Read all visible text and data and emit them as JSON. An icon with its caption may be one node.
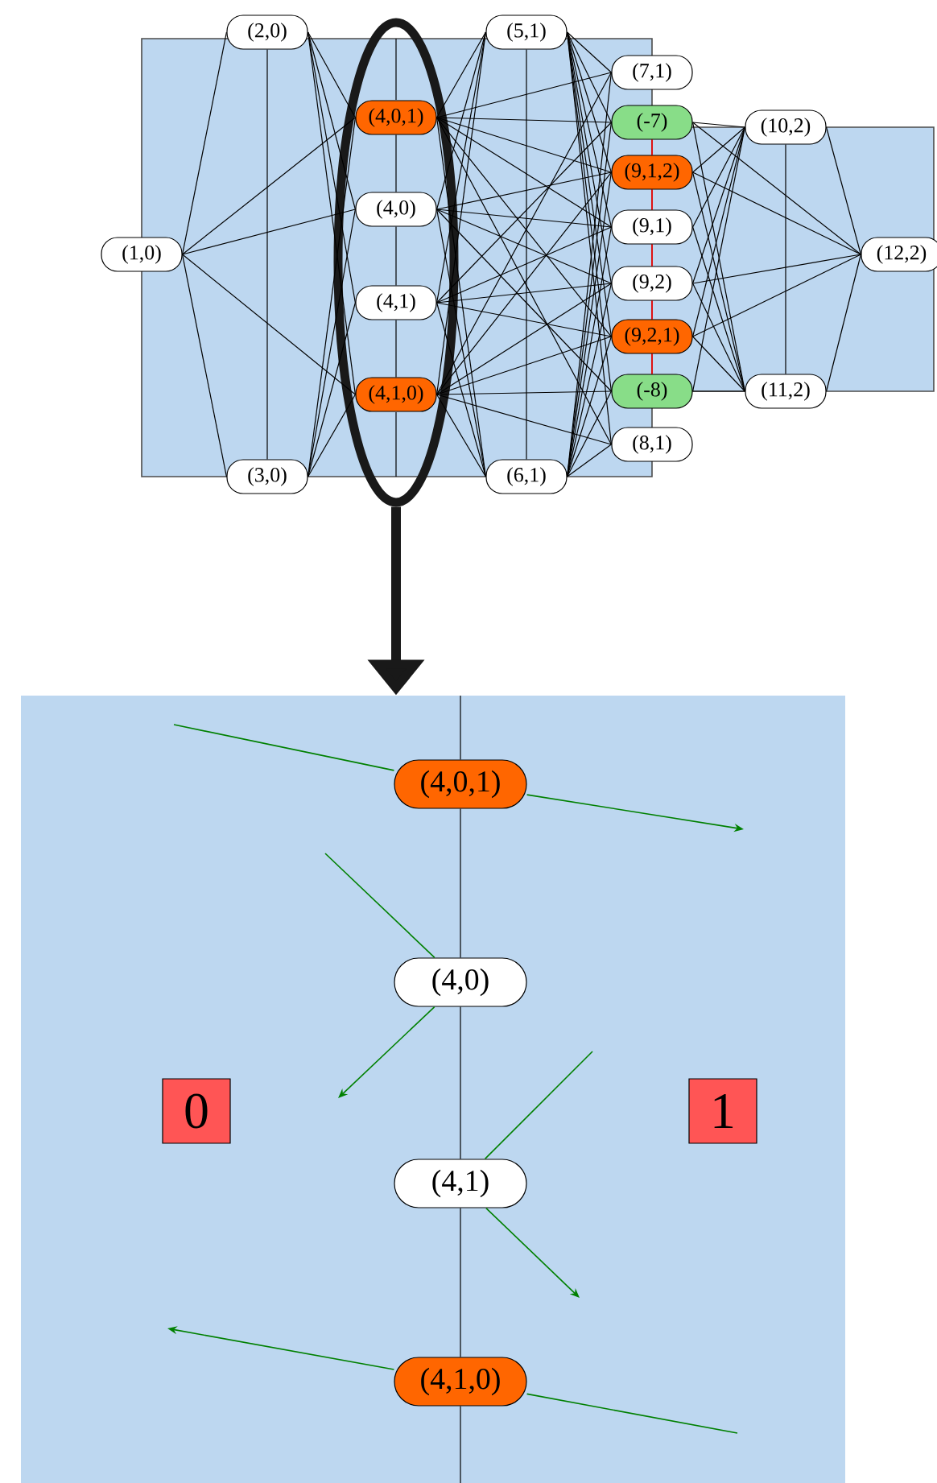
{
  "diagram": {
    "nodes": [
      {
        "text": [
          "(2,0)"
        ]
      },
      {
        "text": [
          "(1,0)"
        ]
      },
      {
        "text": [
          "(3,0)"
        ]
      },
      {
        "text": [],
        "shape": "ellipse"
      },
      {
        "text": [
          "(4,0,1)"
        ],
        "in": 3
      },
      {
        "text": [
          "(4,0)"
        ],
        "in": 3
      },
      {
        "text": [
          "(4,1)"
        ],
        "in": 3
      },
      {
        "text": [
          "(4,1,0)"
        ],
        "in": 3
      },
      {
        "text": [
          "(5,1)"
        ]
      },
      {
        "text": [
          "(6,1)"
        ]
      },
      {
        "text": [
          "(7,1)"
        ]
      },
      {
        "text": [
          "(-7)"
        ]
      },
      {
        "text": [
          "(9,1,2)"
        ]
      },
      {
        "text": [
          "(9,1)"
        ]
      },
      {
        "text": [
          "(9,2)"
        ]
      },
      {
        "text": [
          "(9,2,1)"
        ]
      },
      {
        "text": [
          "(-8)"
        ]
      },
      {
        "text": [
          "(8,1)"
        ]
      },
      {
        "text": [
          "(10,2)"
        ]
      },
      {
        "text": [
          "(11,2)"
        ]
      },
      {
        "text": [
          "(12,2)"
        ]
      },
      {
        "text": [],
        "shape": "box"
      },
      {
        "text": [
          "(4,0,1)"
        ],
        "in": 21
      },
      {
        "text": [
          "(4,0)"
        ],
        "in": 21
      },
      {
        "text": [
          "(4,1)"
        ],
        "in": 21
      },
      {
        "text": [
          "(4,1,0)"
        ],
        "in": 21
      },
      {
        "text": [
          "0"
        ],
        "in": 21
      },
      {
        "text": [
          "1"
        ],
        "in": 21
      }
    ],
    "edges": [
      {
        "from": 1,
        "to": 0,
        "arrow": "none"
      },
      {
        "from": 1,
        "to": 2,
        "arrow": "none"
      },
      {
        "from": 0,
        "to": 2,
        "arrow": "none"
      },
      {
        "from": 0,
        "to": 4,
        "arrow": "none"
      },
      {
        "from": 0,
        "to": 5,
        "arrow": "none"
      },
      {
        "from": 0,
        "to": 6,
        "arrow": "none"
      },
      {
        "from": 0,
        "to": 7,
        "arrow": "none"
      },
      {
        "from": 2,
        "to": 4,
        "arrow": "none"
      },
      {
        "from": 2,
        "to": 5,
        "arrow": "none"
      },
      {
        "from": 2,
        "to": 6,
        "arrow": "none"
      },
      {
        "from": 2,
        "to": 7,
        "arrow": "none"
      },
      {
        "from": 1,
        "to": 4,
        "arrow": "none"
      },
      {
        "from": 1,
        "to": 5,
        "arrow": "none"
      },
      {
        "from": 1,
        "to": 7,
        "arrow": "none"
      },
      {
        "from": 4,
        "to": 5,
        "arrow": "none"
      },
      {
        "from": 5,
        "to": 6,
        "arrow": "none"
      },
      {
        "from": 6,
        "to": 7,
        "arrow": "none"
      },
      {
        "from": 4,
        "to": 8,
        "arrow": "none"
      },
      {
        "from": 4,
        "to": 9,
        "arrow": "none"
      },
      {
        "from": 4,
        "to": 10,
        "arrow": "none"
      },
      {
        "from": 4,
        "to": 11,
        "arrow": "none"
      },
      {
        "from": 4,
        "to": 12,
        "arrow": "none"
      },
      {
        "from": 4,
        "to": 13,
        "arrow": "none"
      },
      {
        "from": 4,
        "to": 15,
        "arrow": "none"
      },
      {
        "from": 4,
        "to": 17,
        "arrow": "none"
      },
      {
        "from": 5,
        "to": 8,
        "arrow": "none"
      },
      {
        "from": 5,
        "to": 9,
        "arrow": "none"
      },
      {
        "from": 5,
        "to": 12,
        "arrow": "none"
      },
      {
        "from": 5,
        "to": 13,
        "arrow": "none"
      },
      {
        "from": 5,
        "to": 14,
        "arrow": "none"
      },
      {
        "from": 5,
        "to": 16,
        "arrow": "none"
      },
      {
        "from": 6,
        "to": 8,
        "arrow": "none"
      },
      {
        "from": 6,
        "to": 9,
        "arrow": "none"
      },
      {
        "from": 6,
        "to": 11,
        "arrow": "none"
      },
      {
        "from": 6,
        "to": 13,
        "arrow": "none"
      },
      {
        "from": 6,
        "to": 14,
        "arrow": "none"
      },
      {
        "from": 6,
        "to": 15,
        "arrow": "none"
      },
      {
        "from": 7,
        "to": 8,
        "arrow": "none"
      },
      {
        "from": 7,
        "to": 9,
        "arrow": "none"
      },
      {
        "from": 7,
        "to": 10,
        "arrow": "none"
      },
      {
        "from": 7,
        "to": 12,
        "arrow": "none"
      },
      {
        "from": 7,
        "to": 14,
        "arrow": "none"
      },
      {
        "from": 7,
        "to": 15,
        "arrow": "none"
      },
      {
        "from": 7,
        "to": 16,
        "arrow": "none"
      },
      {
        "from": 7,
        "to": 17,
        "arrow": "none"
      },
      {
        "from": 8,
        "to": 9,
        "arrow": "none"
      },
      {
        "from": 8,
        "to": 10,
        "arrow": "none"
      },
      {
        "from": 8,
        "to": 11,
        "arrow": "none"
      },
      {
        "from": 8,
        "to": 12,
        "arrow": "none"
      },
      {
        "from": 8,
        "to": 13,
        "arrow": "none"
      },
      {
        "from": 8,
        "to": 14,
        "arrow": "none"
      },
      {
        "from": 8,
        "to": 15,
        "arrow": "none"
      },
      {
        "from": 8,
        "to": 16,
        "arrow": "none"
      },
      {
        "from": 8,
        "to": 17,
        "arrow": "none"
      },
      {
        "from": 9,
        "to": 10,
        "arrow": "none"
      },
      {
        "from": 9,
        "to": 11,
        "arrow": "none"
      },
      {
        "from": 9,
        "to": 12,
        "arrow": "none"
      },
      {
        "from": 9,
        "to": 13,
        "arrow": "none"
      },
      {
        "from": 9,
        "to": 14,
        "arrow": "none"
      },
      {
        "from": 9,
        "to": 15,
        "arrow": "none"
      },
      {
        "from": 9,
        "to": 16,
        "arrow": "none"
      },
      {
        "from": 9,
        "to": 17,
        "arrow": "none"
      },
      {
        "from": 11,
        "to": 12,
        "arrow": "none",
        "color": "#ff0000"
      },
      {
        "from": 12,
        "to": 13,
        "arrow": "none",
        "color": "#ff0000"
      },
      {
        "from": 13,
        "to": 14,
        "arrow": "none",
        "color": "#ff0000"
      },
      {
        "from": 14,
        "to": 15,
        "arrow": "none",
        "color": "#ff0000"
      },
      {
        "from": 15,
        "to": 16,
        "arrow": "none",
        "color": "#ff0000"
      },
      {
        "from": 18,
        "to": 11,
        "arrow": "none"
      },
      {
        "from": 18,
        "to": 12,
        "arrow": "none"
      },
      {
        "from": 18,
        "to": 13,
        "arrow": "none"
      },
      {
        "from": 18,
        "to": 14,
        "arrow": "none"
      },
      {
        "from": 18,
        "to": 15,
        "arrow": "none"
      },
      {
        "from": 18,
        "to": 16,
        "arrow": "none"
      },
      {
        "from": 18,
        "to": 19,
        "arrow": "none"
      },
      {
        "from": 18,
        "to": 20,
        "arrow": "none"
      },
      {
        "from": 19,
        "to": 11,
        "arrow": "none"
      },
      {
        "from": 19,
        "to": 12,
        "arrow": "none"
      },
      {
        "from": 19,
        "to": 13,
        "arrow": "none"
      },
      {
        "from": 19,
        "to": 14,
        "arrow": "none"
      },
      {
        "from": 19,
        "to": 15,
        "arrow": "none"
      },
      {
        "from": 19,
        "to": 16,
        "arrow": "none"
      },
      {
        "from": 19,
        "to": 20,
        "arrow": "none"
      },
      {
        "from": 20,
        "to": 11,
        "arrow": "none"
      },
      {
        "from": 20,
        "to": 12,
        "arrow": "none"
      },
      {
        "from": 20,
        "to": 14,
        "arrow": "none"
      },
      {
        "from": 20,
        "to": 15,
        "arrow": "none"
      },
      {
        "from": 3,
        "to": 21,
        "arrow": "to",
        "style": "thick"
      },
      {
        "from": null,
        "to": 22,
        "arrow": "none"
      },
      {
        "from": 22,
        "to": 23,
        "arrow": "none"
      },
      {
        "from": 23,
        "to": 24,
        "arrow": "none"
      },
      {
        "from": 24,
        "to": 25,
        "arrow": "none"
      },
      {
        "from": 25,
        "to": null,
        "arrow": "none"
      },
      {
        "from": null,
        "to": 22,
        "arrow": "none",
        "color": "#008000"
      },
      {
        "from": 22,
        "to": null,
        "arrow": "to",
        "color": "#008000"
      },
      {
        "from": null,
        "to": 23,
        "arrow": "none",
        "color": "#008000"
      },
      {
        "from": 23,
        "to": null,
        "arrow": "to",
        "color": "#008000"
      },
      {
        "from": null,
        "to": 24,
        "arrow": "none",
        "color": "#008000"
      },
      {
        "from": 24,
        "to": null,
        "arrow": "to",
        "color": "#008000"
      },
      {
        "from": null,
        "to": 25,
        "arrow": "none",
        "color": "#008000"
      },
      {
        "from": 25,
        "to": null,
        "arrow": "to",
        "color": "#008000"
      }
    ]
  }
}
